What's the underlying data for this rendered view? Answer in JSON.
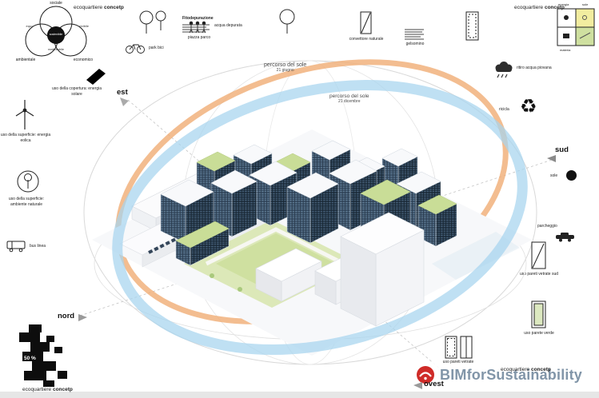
{
  "brand": {
    "light": "ecoquartiere",
    "bold": "concetp"
  },
  "venn": {
    "top": "sociale",
    "left": "ambientale",
    "right": "economico",
    "center": "sostenibile",
    "overlap_left": "equo",
    "overlap_right": "vivibile",
    "overlap_bottom": "realizzabile"
  },
  "compass": {
    "est": "est",
    "sud": "sud",
    "nord": "nord",
    "ovest": "ovest"
  },
  "sun_paths": {
    "summer_label": "percorso del sole",
    "summer_date": "21 giugno",
    "winter_label": "percorso del sole",
    "winter_date": "21 dicembre"
  },
  "left_side": {
    "roof_solar": "uso della copertura: energia solare",
    "wind": "uso della superficie: energia eolica",
    "nature": "uso della superficie: ambiente naturale",
    "bus": "bus linea"
  },
  "top_side": {
    "park_people": "piazza parco",
    "bike": "park bici",
    "fito_title": "Fitodepurazione",
    "fito_sub": "acqua depurata",
    "convettore": "convettore naturale",
    "gelsomino": "gelsomino"
  },
  "right_side": {
    "rain": "ritiro acqua piovana",
    "recycle": "ricicla",
    "sun": "sole",
    "parking": "parcheggio",
    "glass_south": "uso pareti vetrate sud",
    "green_wall": "uso parete verde",
    "glass_walls": "uso pareti vetrate"
  },
  "grid": {
    "energia": "energia",
    "sole": "sole",
    "materia": "materia"
  },
  "plan": {
    "percent": "50 %"
  },
  "watermark": {
    "text": "BIMforSustainability"
  },
  "icons": {
    "recycle": "♻"
  }
}
